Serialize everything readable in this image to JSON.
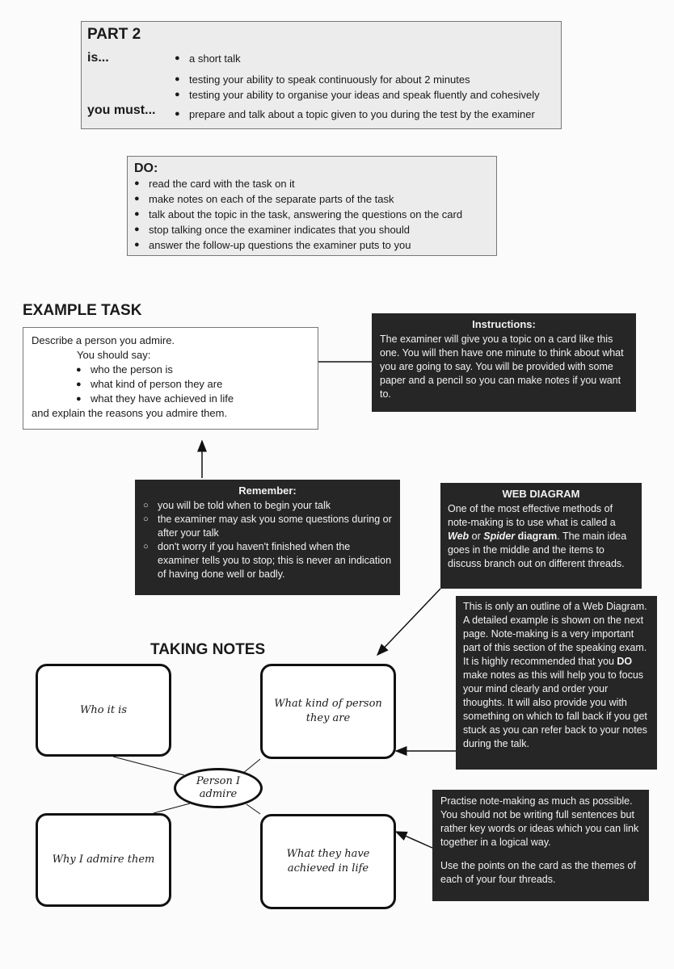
{
  "part2": {
    "title": "PART 2",
    "is_label": "is...",
    "is_items": [
      "a short talk",
      "testing your ability to speak continuously for about 2 minutes",
      "testing your ability to organise your ideas and speak fluently and cohesively"
    ],
    "must_label": "you must...",
    "must_item": "prepare and talk about a topic given to you during the test by the examiner"
  },
  "do_box": {
    "title": "DO:",
    "items": [
      "read the card with the task on it",
      "make notes on each of the separate parts of the task",
      "talk about the topic in the task, answering the questions on the card",
      "stop talking once the examiner indicates that you should",
      "answer the follow-up questions the examiner puts to you"
    ]
  },
  "example_task": {
    "title": "EXAMPLE TASK",
    "intro": "Describe a person you admire.",
    "should_say": "You should say:",
    "items": [
      "who the person is",
      "what kind of person they are",
      "what they have achieved in life"
    ],
    "closing": "and explain the reasons you admire them."
  },
  "instructions": {
    "title": "Instructions:",
    "text": "The examiner will give you a topic on a card like this one. You will then have one minute to think about what you are going to say. You will be provided with some paper and a pencil so you can make notes if you want to."
  },
  "remember": {
    "title": "Remember:",
    "items": [
      "you will be told when to begin your talk",
      "the examiner may ask you some questions during or after your talk",
      "don't worry if you haven't finished when the examiner tells you to stop; this is never an indication of having done well or badly."
    ]
  },
  "web_diagram": {
    "title": "WEB DIAGRAM",
    "text_1": "One of the most effective methods of note-making is to use what is called a ",
    "web": "Web",
    "or": " or ",
    "spider": "Spider",
    "diagram": " diagram",
    "text_2": ". The main idea goes in the middle and the items to discuss branch out on different threads."
  },
  "outline": {
    "text_1": "This is only an outline of a Web Diagram. A detailed example is shown on the next page. Note-making is a very important part of this section of the speaking exam. It is highly recommended that you ",
    "do": "DO",
    "text_2": " make notes as this will help you to focus your mind clearly and order your thoughts. It will also provide you with something on which to fall back if you get stuck as you can refer back to your notes during the talk."
  },
  "practise": {
    "p1": "Practise note-making as much as possible. You should not be writing full sentences but rather key words or ideas which you can link together in a logical way.",
    "p2": "Use the points on the card as the themes of each of your four threads."
  },
  "taking_notes": {
    "title": "TAKING NOTES",
    "center": "Person I admire",
    "node_tl": "Who it is",
    "node_tr": "What kind of person they are",
    "node_bl": "Why I admire them",
    "node_br": "What they have achieved in life"
  }
}
